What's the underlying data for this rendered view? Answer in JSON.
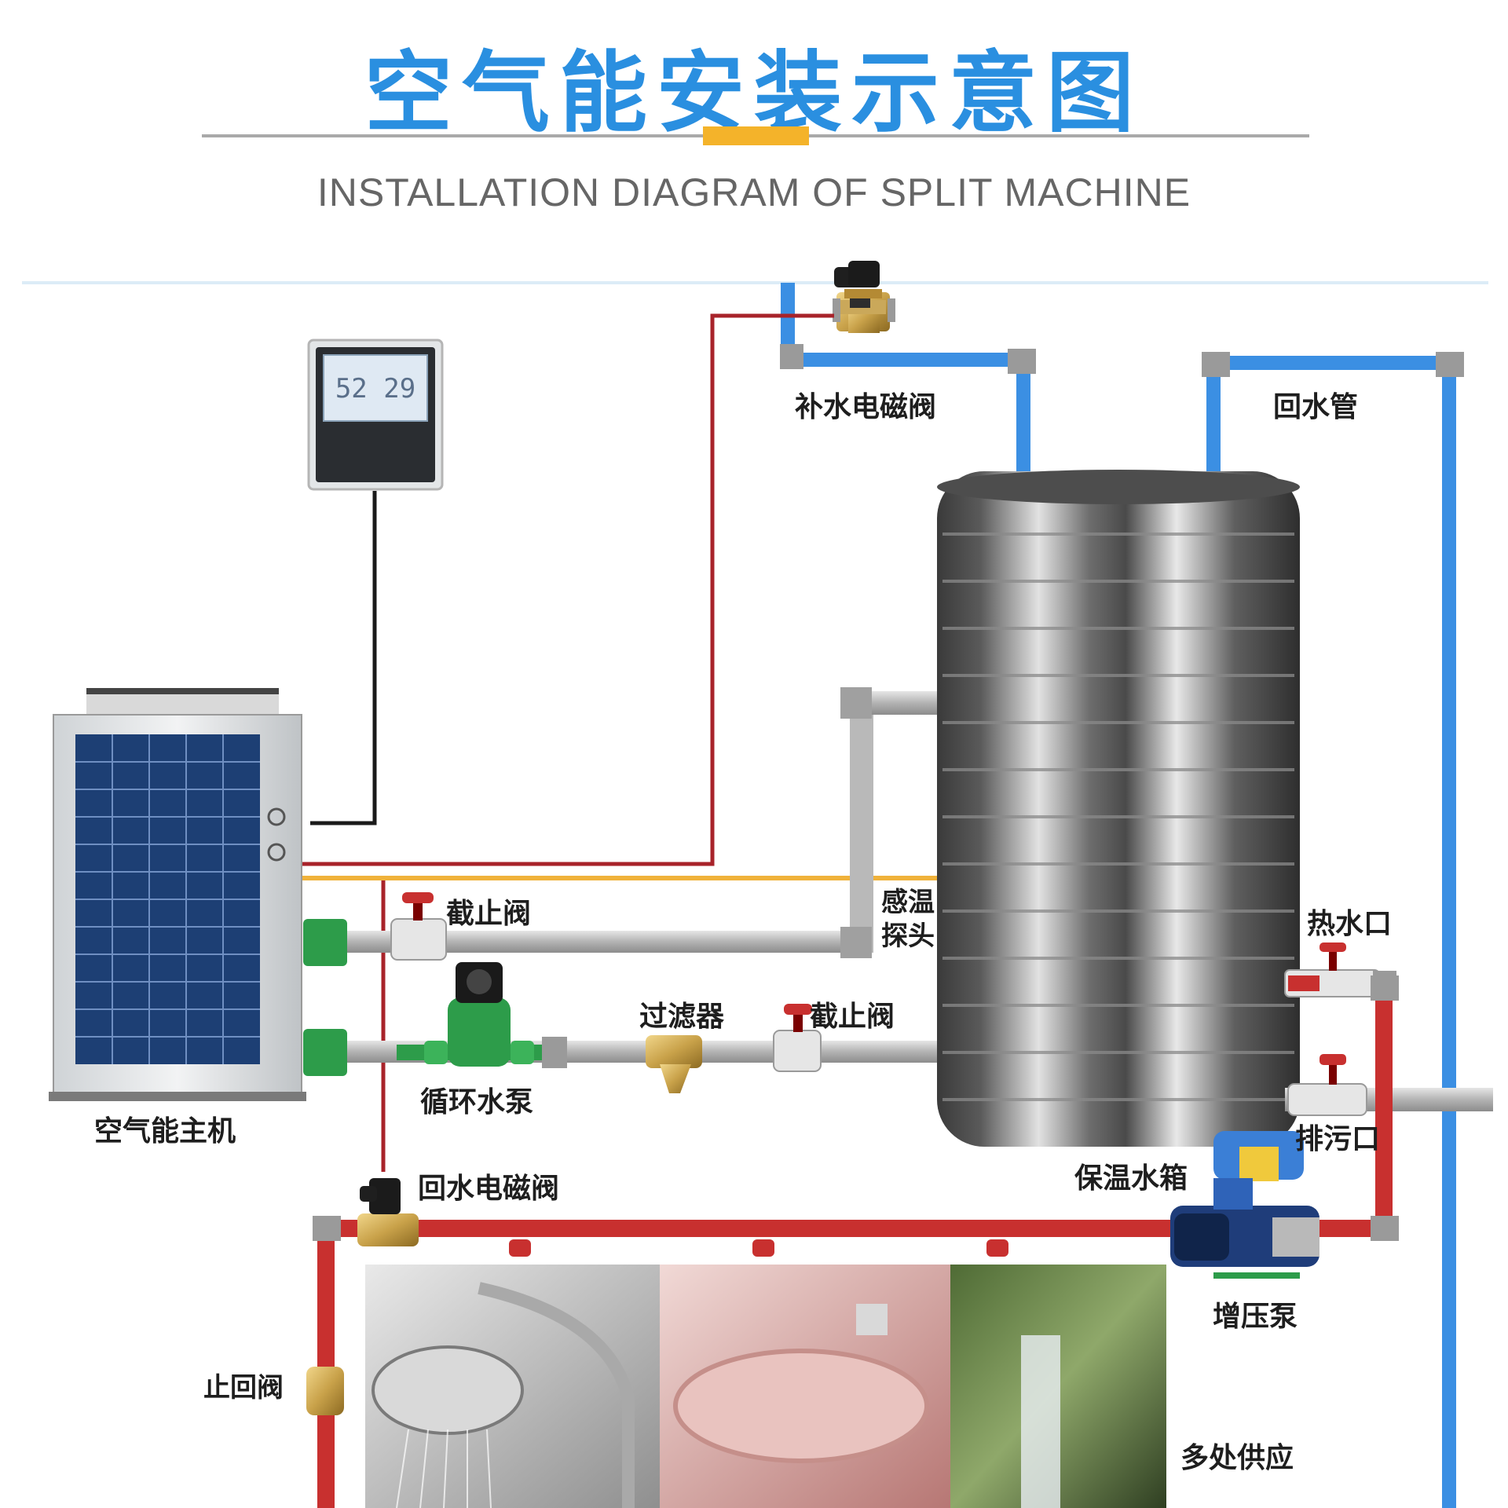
{
  "header": {
    "title": "空气能安装示意图",
    "subtitle": "INSTALLATION DIAGRAM OF SPLIT MACHINE"
  },
  "labels": {
    "makeup_valve": "补水电磁阀",
    "return_pipe": "回水管",
    "temp_probe_line1": "感温",
    "temp_probe_line2": "探头",
    "stop_valve_top": "截止阀",
    "hot_water_outlet": "热水口",
    "filter": "过滤器",
    "stop_valve_bottom": "截止阀",
    "circulation_pump": "循环水泵",
    "main_unit": "空气能主机",
    "drain_outlet": "排污口",
    "insulated_tank": "保温水箱",
    "return_valve": "回水电磁阀",
    "booster_pump": "增压泵",
    "check_valve": "止回阀",
    "multi_supply": "多处供应"
  },
  "controller": {
    "display_text": "52  29"
  },
  "colors": {
    "title": "#2a8fe0",
    "accent": "#f4b32a",
    "blue_pipe": "#3b8fe3",
    "red_pipe": "#c8302f",
    "grey_pipe": "#b9b9b9",
    "brass": "#c9a24a",
    "green": "#2d9c4a"
  }
}
